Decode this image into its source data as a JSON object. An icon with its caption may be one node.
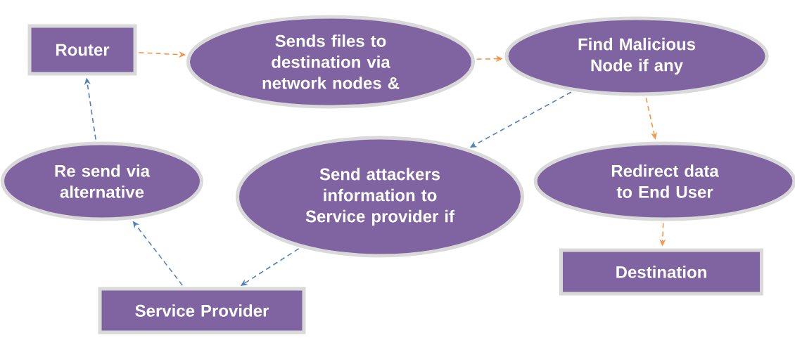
{
  "diagram": {
    "nodes": [
      {
        "text": [
          "Router"
        ]
      },
      {
        "text": [
          "Sends files to destination via network nodes &"
        ]
      },
      {
        "text": [
          "Find Malicious Node if any"
        ]
      },
      {
        "text": [
          "Re send via alternative"
        ]
      },
      {
        "text": [
          "Send attackers information to Service provider if"
        ]
      },
      {
        "text": [
          "Redirect data to End User"
        ]
      },
      {
        "text": [
          "Destination"
        ]
      },
      {
        "text": [
          "Service Provider"
        ]
      }
    ],
    "edges": [
      {
        "from": 0,
        "to": 1,
        "arrow": "to",
        "style": "dashed",
        "color": "#f79646"
      },
      {
        "from": 1,
        "to": 2,
        "arrow": "to",
        "style": "dashed",
        "color": "#f79646"
      },
      {
        "from": 2,
        "to": 5,
        "arrow": "to",
        "style": "dashed",
        "color": "#f79646"
      },
      {
        "from": 2,
        "to": 4,
        "arrow": "to",
        "style": "dashed",
        "color": "#4f81bd"
      },
      {
        "from": 5,
        "to": 6,
        "arrow": "to",
        "style": "dashed",
        "color": "#f79646"
      },
      {
        "from": 4,
        "to": 7,
        "arrow": "to",
        "style": "dashed",
        "color": "#4f81bd"
      },
      {
        "from": 7,
        "to": 3,
        "arrow": "to",
        "style": "dashed",
        "color": "#4f81bd"
      },
      {
        "from": 3,
        "to": 0,
        "arrow": "to",
        "style": "dashed",
        "color": "#4f81bd"
      }
    ]
  }
}
